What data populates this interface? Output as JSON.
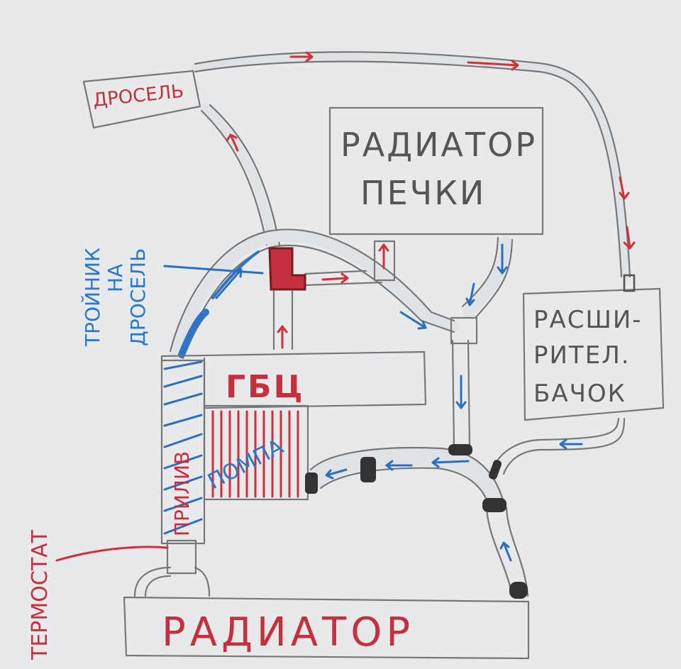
{
  "labels": {
    "throttle": "ДРОСЕЛЬ",
    "heater_radiator_line1": "РАДИАТОР",
    "heater_radiator_line2": "ПЕЧКИ",
    "expansion_tank_line1": "РАСШИ-",
    "expansion_tank_line2": "РИТЕЛ.",
    "expansion_tank_line3": "БАЧОК",
    "cylinder_head": "ГБЦ",
    "pump": "ПОМПА",
    "boss": "ПРИЛИВ",
    "thermostat": "ТЕРМОСТАТ",
    "radiator": "РАДИАТОР",
    "tee_line1": "ТРОЙНИК",
    "tee_line2": "НА",
    "tee_line3": "ДРОСЕЛЬ"
  },
  "colors": {
    "paper": "#e7e9ea",
    "pencil": "#777777",
    "hot_flow": "#d32f3a",
    "cold_flow": "#2a6fc2"
  }
}
